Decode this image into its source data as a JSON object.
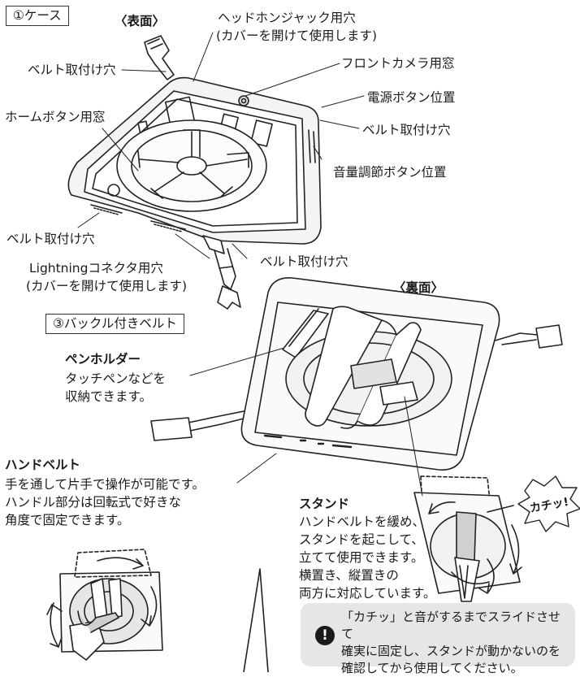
{
  "badges": {
    "case": "①ケース",
    "belt": "③バックル付きベルト"
  },
  "sides": {
    "front": "〈表面〉",
    "back": "〈裏面〉"
  },
  "front_labels": {
    "headphone_line1": "ヘッドホンジャック用穴",
    "headphone_line2": "(カバーを開けて使用します)",
    "belt_hole_top_left": "ベルト取付け穴",
    "front_camera": "フロントカメラ用窓",
    "power_button": "電源ボタン位置",
    "home_button": "ホームボタン用窓",
    "belt_hole_right": "ベルト取付け穴",
    "volume_buttons": "音量調節ボタン位置",
    "belt_hole_bottom_left": "ベルト取付け穴",
    "belt_hole_bottom_right": "ベルト取付け穴",
    "lightning_line1": "Lightningコネクタ用穴",
    "lightning_line2": "(カバーを開けて使用します)"
  },
  "back_labels": {
    "pen_holder_title": "ペンホルダー",
    "pen_holder_line1": "タッチペンなどを",
    "pen_holder_line2": "収納できます。",
    "hand_belt_title": "ハンドベルト",
    "hand_belt_line1": "手を通して片手で操作が可能です。",
    "hand_belt_line2": "ハンドル部分は回転式で好きな",
    "hand_belt_line3": "角度で固定できます。",
    "stand_title": "スタンド",
    "stand_line1": "ハンドベルトを緩め、",
    "stand_line2": "スタンドを起こして、",
    "stand_line3": "立てて使用できます。",
    "stand_line4": "横置き、縦置きの",
    "stand_line5": "両方に対応しています。",
    "click_sound": "カチッ!"
  },
  "note": {
    "icon": "!",
    "text": "「カチッ」と音がするまでスライドさせて\n確実に固定し、スタンドが動かないのを\n確認してから使用してください。"
  },
  "colors": {
    "ink": "#1a1a1a",
    "panel": "#e6e6e6",
    "pad": "#d9d9d9"
  }
}
